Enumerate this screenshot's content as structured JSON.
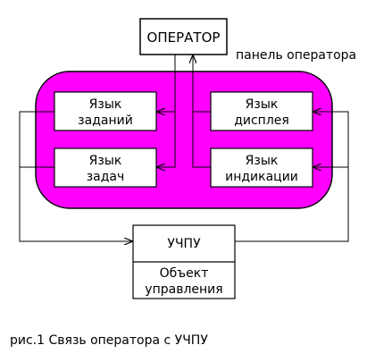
{
  "operator": {
    "label": "ОПЕРАТОР"
  },
  "panel": {
    "label": "панель оператора",
    "color": "#ff00ff"
  },
  "boxes": {
    "task_language": {
      "line1": "Язык",
      "line2": "заданий"
    },
    "problem_language": {
      "line1": "Язык",
      "line2": "задач"
    },
    "display_language": {
      "line1": "Язык",
      "line2": "дисплея"
    },
    "indication_language": {
      "line1": "Язык",
      "line2": "индикации"
    }
  },
  "controller": {
    "label": "УЧПУ"
  },
  "control_object": {
    "line1": "Объект",
    "line2": "управления"
  },
  "caption": "рис.1  Связь оператора с УЧПУ"
}
